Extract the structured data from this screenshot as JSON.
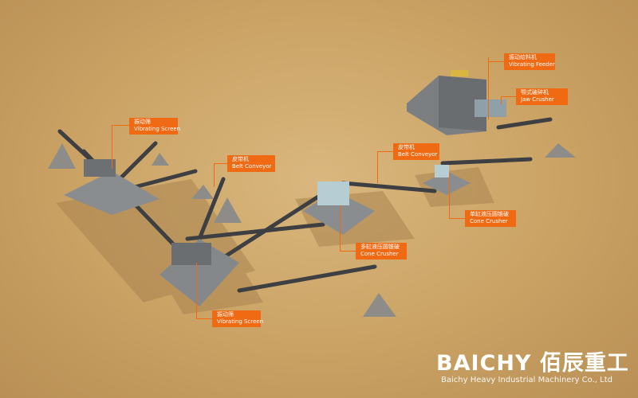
{
  "labels": [
    {
      "id": "vibrating-feeder",
      "zh": "振动给料机",
      "en": "Vibrating Feeder"
    },
    {
      "id": "jaw-crusher",
      "zh": "颚式破碎机",
      "en": "Jaw Crusher"
    },
    {
      "id": "belt-conveyor-right",
      "zh": "皮带机",
      "en": "Belt Conveyor"
    },
    {
      "id": "single-cylinder-cone-crusher",
      "zh": "单缸液压圆锥破",
      "en": "Cone Crusher"
    },
    {
      "id": "multi-cylinder-cone-crusher",
      "zh": "多缸液压圆锥破",
      "en": "Cone Crusher"
    },
    {
      "id": "vibrating-screen-top",
      "zh": "振动筛",
      "en": "Vibrating Screen"
    },
    {
      "id": "belt-conveyor-left",
      "zh": "皮带机",
      "en": "Belt Conveyor"
    },
    {
      "id": "vibrating-screen-bottom",
      "zh": "振动筛",
      "en": "Vibrating Screen"
    }
  ],
  "brand": {
    "name": "BAICHY",
    "name_zh": "佰辰重工",
    "company": "Baichy Heavy Industrial Machinery Co., Ltd"
  },
  "colors": {
    "label_bg": "#f06a14",
    "ground": "#d2ad70",
    "steel": "#8a8d90"
  }
}
